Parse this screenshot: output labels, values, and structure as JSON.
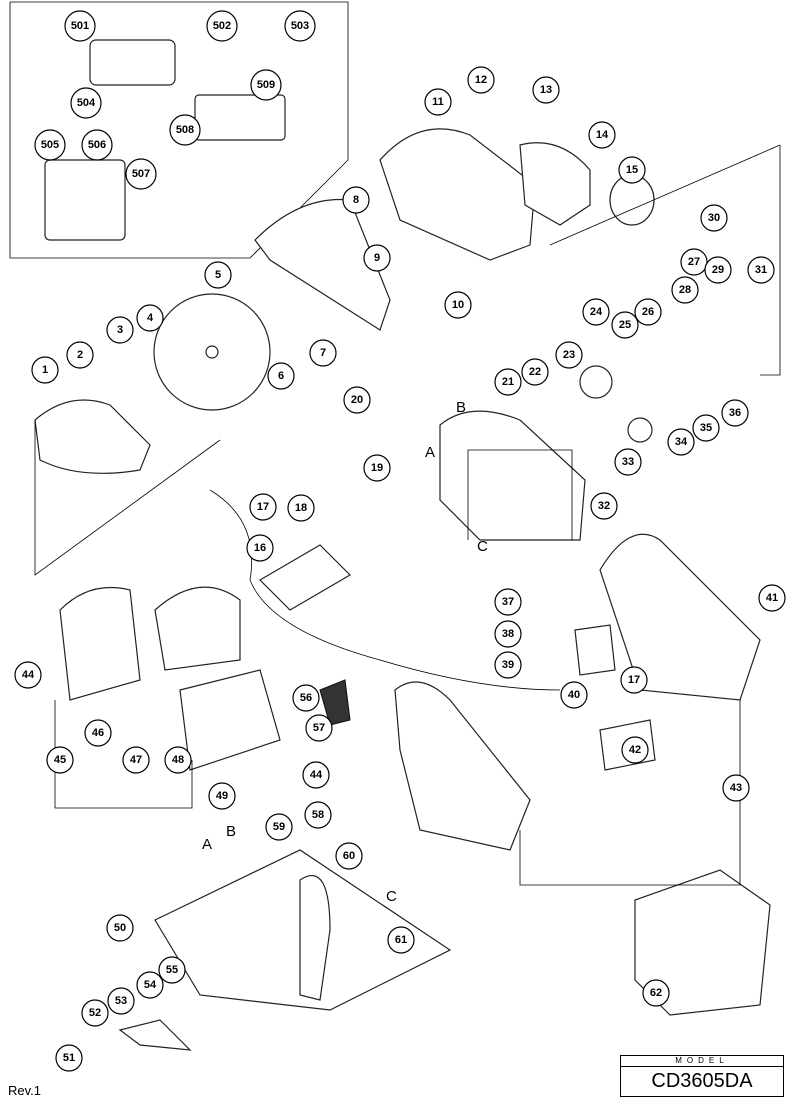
{
  "title_block": {
    "model_label": "MODEL",
    "model_name": "CD3605DA",
    "revision": "Rev.1"
  },
  "part_numbers": [
    "501",
    "502",
    "503",
    "504",
    "505",
    "506",
    "507",
    "508",
    "509",
    "1",
    "2",
    "3",
    "4",
    "5",
    "6",
    "7",
    "8",
    "9",
    "10",
    "11",
    "12",
    "13",
    "14",
    "15",
    "16",
    "17",
    "17",
    "18",
    "19",
    "20",
    "21",
    "22",
    "23",
    "24",
    "25",
    "26",
    "27",
    "28",
    "29",
    "30",
    "31",
    "32",
    "33",
    "34",
    "35",
    "36",
    "37",
    "38",
    "39",
    "40",
    "41",
    "42",
    "43",
    "44",
    "44",
    "45",
    "46",
    "47",
    "48",
    "49",
    "50",
    "51",
    "52",
    "53",
    "54",
    "55",
    "56",
    "57",
    "58",
    "59",
    "60",
    "61",
    "62"
  ],
  "reference_letters": [
    "A",
    "B",
    "C",
    "A",
    "B",
    "C"
  ]
}
